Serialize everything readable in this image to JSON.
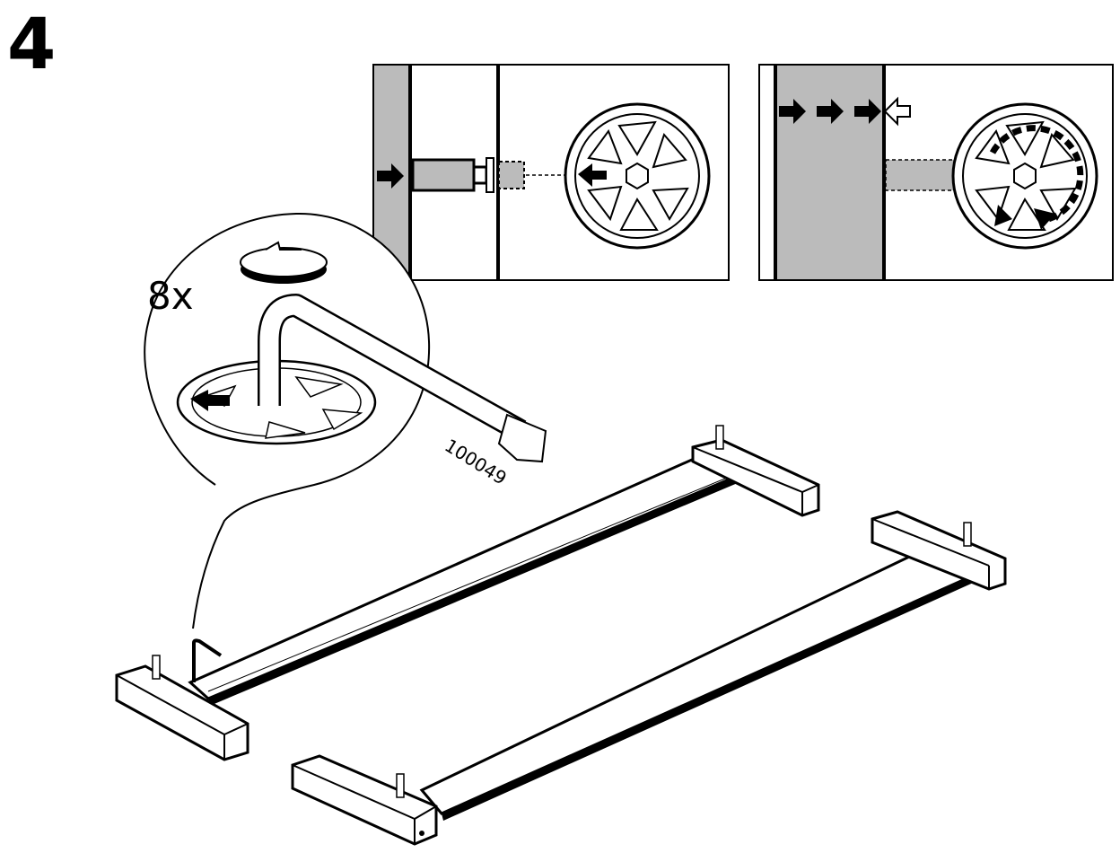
{
  "step": {
    "number": "4"
  },
  "callout": {
    "quantity": "8x",
    "part_number": "100049"
  },
  "colors": {
    "ink": "#000000",
    "paper": "#ffffff",
    "shade": "#bbbbbb"
  },
  "icons": [
    "rotate-arrow-icon",
    "allen-key-icon",
    "cam-lock-icon",
    "push-arrow-icon"
  ]
}
